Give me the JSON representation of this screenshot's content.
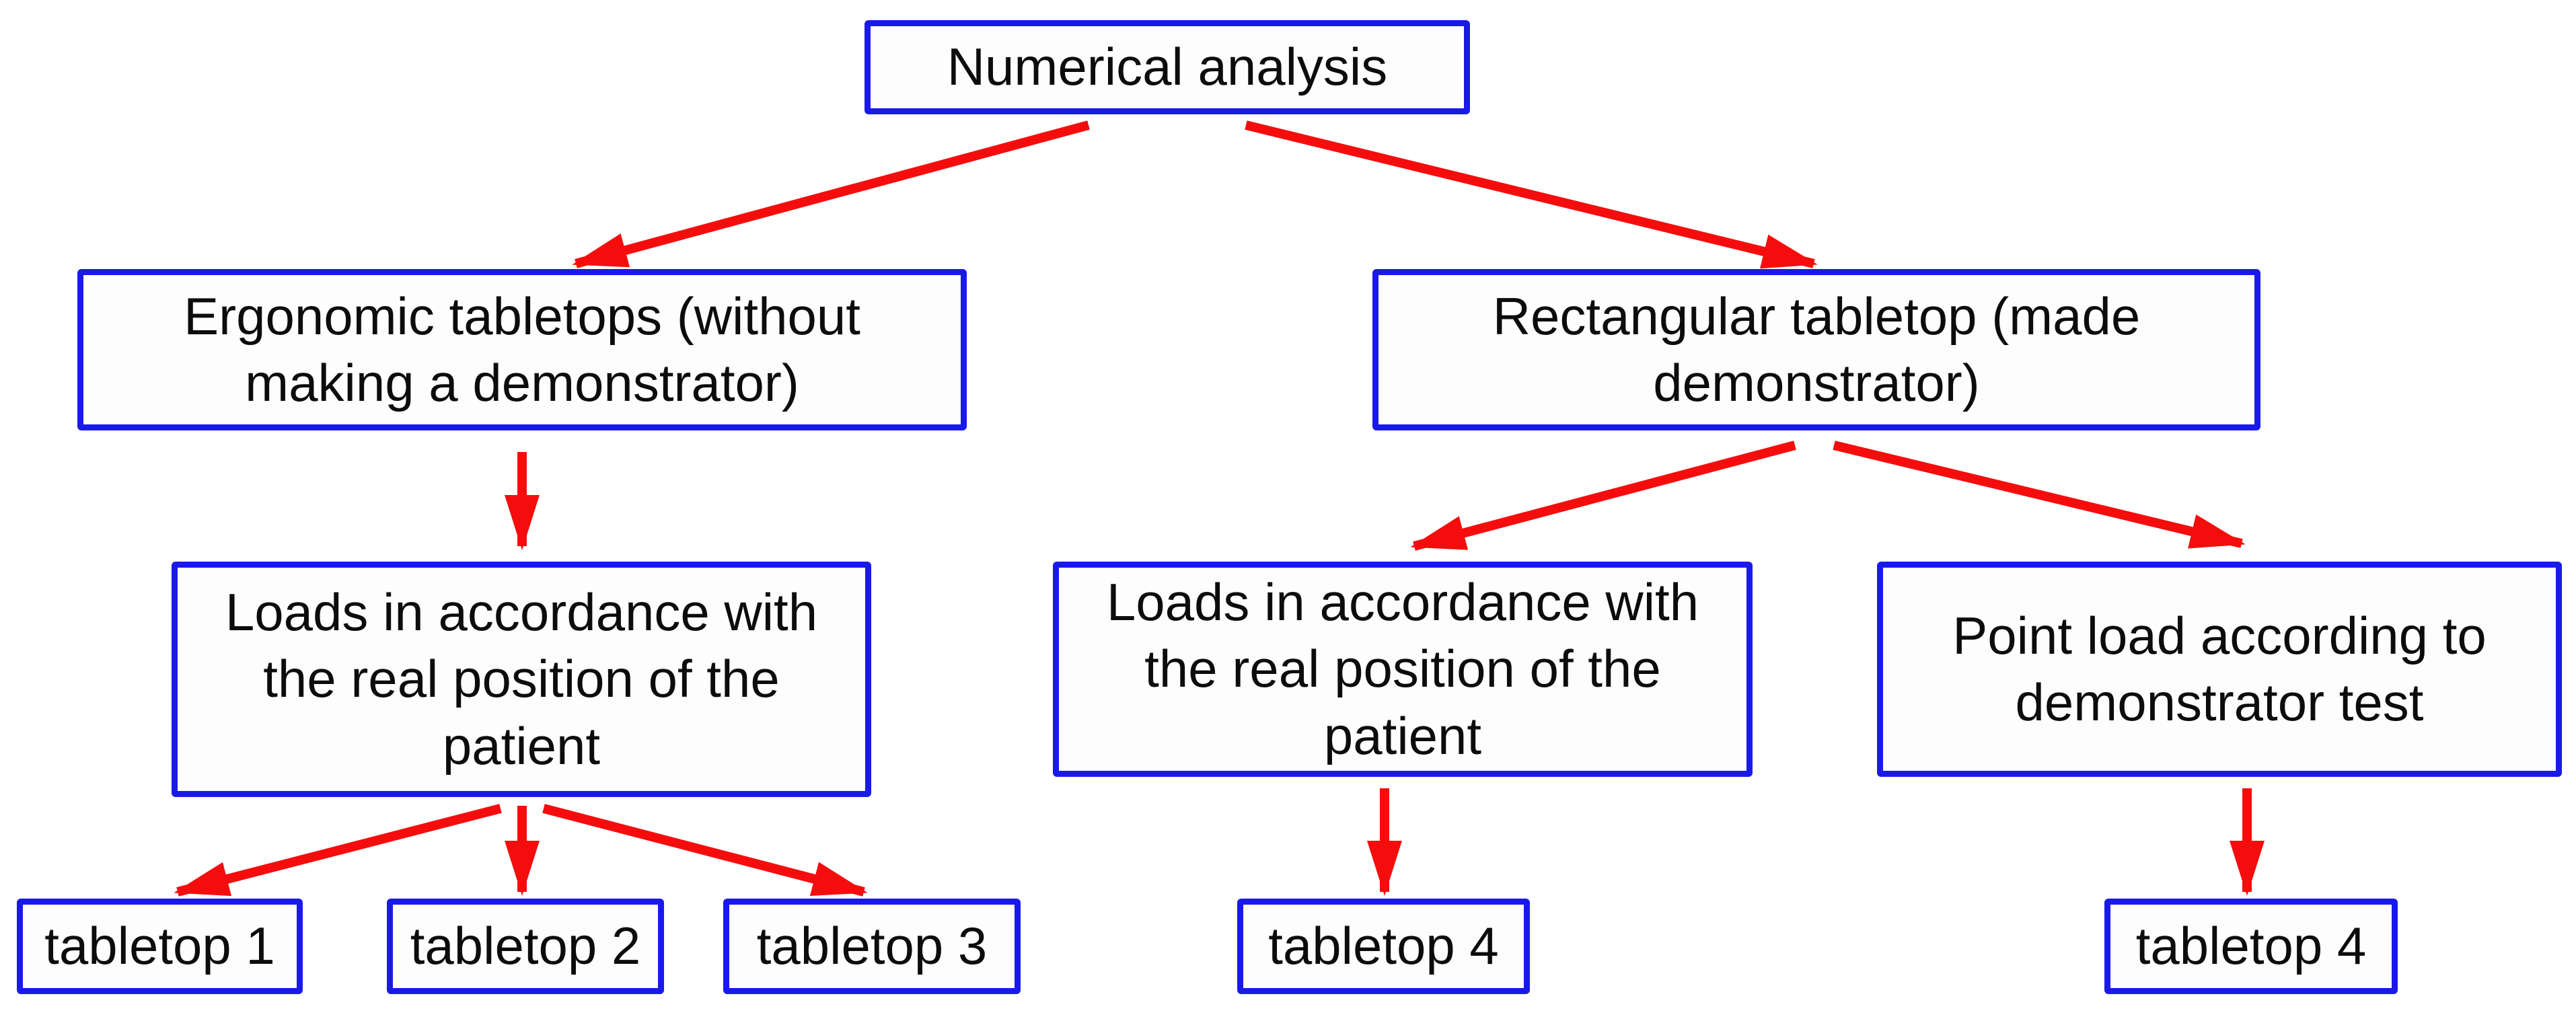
{
  "diagram": {
    "type": "flowchart",
    "nodes": {
      "root": {
        "label": "Numerical analysis"
      },
      "ergonomic": {
        "label": "Ergonomic tabletops (without making a demonstrator)"
      },
      "rectangular": {
        "label": "Rectangular tabletop (made demonstrator)"
      },
      "loads_left": {
        "label": "Loads in accordance with the real position of the patient"
      },
      "loads_center": {
        "label": "Loads in accordance with the real position of the patient"
      },
      "point_load": {
        "label": "Point load according to demonstrator test"
      },
      "tabletop_1": {
        "label": "tabletop 1"
      },
      "tabletop_2": {
        "label": "tabletop 2"
      },
      "tabletop_3": {
        "label": "tabletop 3"
      },
      "tabletop_4a": {
        "label": "tabletop 4"
      },
      "tabletop_4b": {
        "label": "tabletop 4"
      }
    },
    "edges": [
      {
        "from": "root",
        "to": "ergonomic"
      },
      {
        "from": "root",
        "to": "rectangular"
      },
      {
        "from": "ergonomic",
        "to": "loads_left"
      },
      {
        "from": "rectangular",
        "to": "loads_center"
      },
      {
        "from": "rectangular",
        "to": "point_load"
      },
      {
        "from": "loads_left",
        "to": "tabletop_1"
      },
      {
        "from": "loads_left",
        "to": "tabletop_2"
      },
      {
        "from": "loads_left",
        "to": "tabletop_3"
      },
      {
        "from": "loads_center",
        "to": "tabletop_4a"
      },
      {
        "from": "point_load",
        "to": "tabletop_4b"
      }
    ]
  },
  "colors": {
    "box_border": "#1a1ae8",
    "arrow": "#f50d0d",
    "text": "#0c0c0c",
    "box_fill": "#fdfdfd",
    "background": "#ffffff"
  }
}
